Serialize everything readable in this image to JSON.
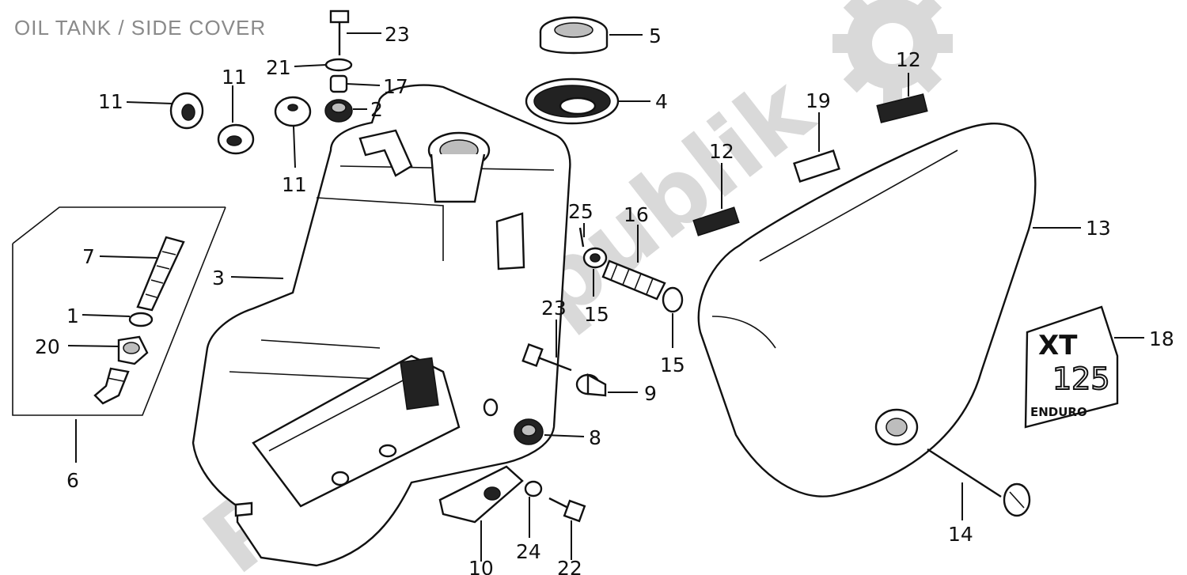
{
  "title": "OIL TANK / SIDE COVER",
  "watermark": {
    "text": "PartsRepublik",
    "icon": "gear-icon",
    "color": "#d9d9d9"
  },
  "callouts": {
    "c1": "1",
    "c2": "2",
    "c3": "3",
    "c4": "4",
    "c5": "5",
    "c6": "6",
    "c7": "7",
    "c8": "8",
    "c9": "9",
    "c10": "10",
    "c11a": "11",
    "c11b": "11",
    "c11c": "11",
    "c12a": "12",
    "c12b": "12",
    "c13": "13",
    "c14": "14",
    "c15a": "15",
    "c15b": "15",
    "c16": "16",
    "c17": "17",
    "c18": "18",
    "c19": "19",
    "c20": "20",
    "c21": "21",
    "c22": "22",
    "c23a": "23",
    "c23b": "23",
    "c24": "24",
    "c25": "25"
  },
  "emblem": {
    "line1": "XT",
    "line2": "125",
    "line3": "ENDURO"
  }
}
